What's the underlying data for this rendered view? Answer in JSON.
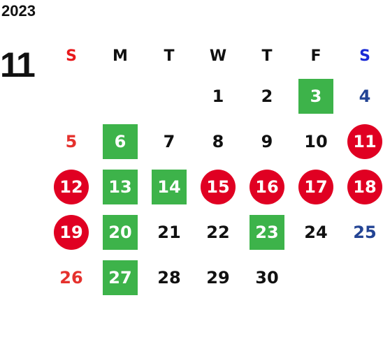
{
  "year": "2023",
  "month": "11",
  "colors": {
    "green_highlight": "#3db34a",
    "red_highlight": "#e00022",
    "sunday_text": "#e5312d",
    "saturday_text": "#234494"
  },
  "weekdays": [
    "S",
    "M",
    "T",
    "W",
    "T",
    "F",
    "S"
  ],
  "weeks": [
    [
      {
        "day": "",
        "mark": "none"
      },
      {
        "day": "",
        "mark": "none"
      },
      {
        "day": "",
        "mark": "none"
      },
      {
        "day": "1",
        "mark": "none"
      },
      {
        "day": "2",
        "mark": "none"
      },
      {
        "day": "3",
        "mark": "green"
      },
      {
        "day": "4",
        "mark": "none"
      }
    ],
    [
      {
        "day": "5",
        "mark": "none"
      },
      {
        "day": "6",
        "mark": "green"
      },
      {
        "day": "7",
        "mark": "none"
      },
      {
        "day": "8",
        "mark": "none"
      },
      {
        "day": "9",
        "mark": "none"
      },
      {
        "day": "10",
        "mark": "none"
      },
      {
        "day": "11",
        "mark": "red"
      }
    ],
    [
      {
        "day": "12",
        "mark": "red"
      },
      {
        "day": "13",
        "mark": "green"
      },
      {
        "day": "14",
        "mark": "green"
      },
      {
        "day": "15",
        "mark": "red"
      },
      {
        "day": "16",
        "mark": "red"
      },
      {
        "day": "17",
        "mark": "red"
      },
      {
        "day": "18",
        "mark": "red"
      }
    ],
    [
      {
        "day": "19",
        "mark": "red"
      },
      {
        "day": "20",
        "mark": "green"
      },
      {
        "day": "21",
        "mark": "none"
      },
      {
        "day": "22",
        "mark": "none"
      },
      {
        "day": "23",
        "mark": "green"
      },
      {
        "day": "24",
        "mark": "none"
      },
      {
        "day": "25",
        "mark": "none"
      }
    ],
    [
      {
        "day": "26",
        "mark": "none"
      },
      {
        "day": "27",
        "mark": "green"
      },
      {
        "day": "28",
        "mark": "none"
      },
      {
        "day": "29",
        "mark": "none"
      },
      {
        "day": "30",
        "mark": "none"
      },
      {
        "day": "",
        "mark": "none"
      },
      {
        "day": "",
        "mark": "none"
      }
    ]
  ]
}
